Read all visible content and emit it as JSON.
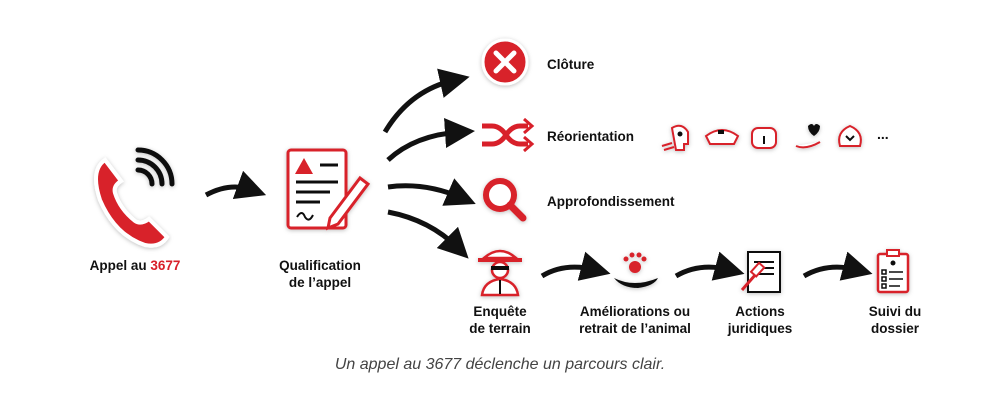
{
  "colors": {
    "accent": "#d8202a",
    "text": "#111111",
    "caption": "#444444"
  },
  "start": {
    "label_prefix": "Appel au ",
    "label_number": "3677",
    "icon": "phone-icon"
  },
  "qualification": {
    "line1": "Qualification",
    "line2": "de l’appel",
    "icon": "document-warning-icon"
  },
  "outcomes": [
    {
      "label": "Clôture",
      "icon": "close-icon"
    },
    {
      "label": "Réorientation",
      "icon": "shuffle-icon"
    },
    {
      "label": "Approfondissement",
      "icon": "search-icon"
    }
  ],
  "reorientation_more": "...",
  "reorientation_icons": [
    "medical-head-icon",
    "police-cap-icon",
    "gendarmerie-kepi-icon",
    "veterinary-hand-icon",
    "animal-protection-icon"
  ],
  "process": [
    {
      "line1": "Enquête",
      "line2": "de terrain",
      "icon": "detective-icon"
    },
    {
      "line1": "Améliorations ou",
      "line2": "retrait de l’animal",
      "icon": "paw-hand-icon"
    },
    {
      "line1": "Actions",
      "line2": "juridiques",
      "icon": "legal-document-icon"
    },
    {
      "line1": "Suivi du",
      "line2": "dossier",
      "icon": "clipboard-icon"
    }
  ],
  "caption": "Un appel au 3677 déclenche un parcours clair."
}
